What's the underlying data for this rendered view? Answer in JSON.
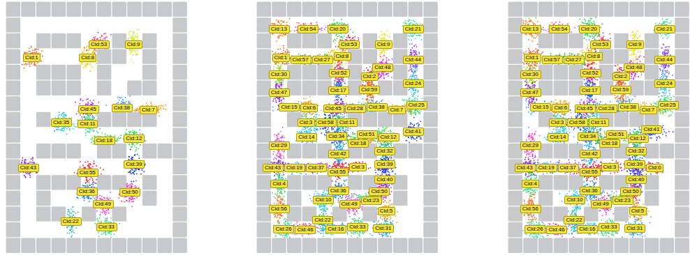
{
  "diagram": {
    "nodes": [
      {
        "text": [
          "Cid:53"
        ]
      },
      {
        "text": [
          "Cid:9"
        ]
      },
      {
        "text": [
          "Cid:1"
        ]
      },
      {
        "text": [
          "Cid:8"
        ]
      },
      {
        "text": [
          "Cid:38"
        ]
      },
      {
        "text": [
          "Cid:45"
        ]
      },
      {
        "text": [
          "Cid:7"
        ]
      },
      {
        "text": [
          "Cid:35"
        ]
      },
      {
        "text": [
          "Cid:11"
        ]
      },
      {
        "text": [
          "Cid:12"
        ]
      },
      {
        "text": [
          "Cid:18"
        ]
      },
      {
        "text": [
          "Cid:39"
        ]
      },
      {
        "text": [
          "Cid:43"
        ]
      },
      {
        "text": [
          "Cid:55"
        ]
      },
      {
        "text": [
          "Cid:36"
        ]
      },
      {
        "text": [
          "Cid:50"
        ]
      },
      {
        "text": [
          "Cid:49"
        ]
      },
      {
        "text": [
          "Cid:22"
        ]
      },
      {
        "text": [
          "Cid:33"
        ]
      },
      {
        "text": [
          "Cid:13"
        ]
      },
      {
        "text": [
          "Cid:54"
        ]
      },
      {
        "text": [
          "Cid:20"
        ]
      },
      {
        "text": [
          "Cid:21"
        ]
      },
      {
        "text": [
          "Cid:53"
        ]
      },
      {
        "text": [
          "Cid:9"
        ]
      },
      {
        "text": [
          "Cid:1"
        ]
      },
      {
        "text": [
          "Cid:57"
        ]
      },
      {
        "text": [
          "Cid:27"
        ]
      },
      {
        "text": [
          "Cid:8"
        ]
      },
      {
        "text": [
          "Cid:44"
        ]
      },
      {
        "text": [
          "Cid:30"
        ]
      },
      {
        "text": [
          "Cid:52"
        ]
      },
      {
        "text": [
          "Cid:2"
        ]
      },
      {
        "text": [
          "Cid:48"
        ]
      },
      {
        "text": [
          "Cid:24"
        ]
      },
      {
        "text": [
          "Cid:47"
        ]
      },
      {
        "text": [
          "Cid:17"
        ]
      },
      {
        "text": [
          "Cid:59"
        ]
      },
      {
        "text": [
          "Cid:15"
        ]
      },
      {
        "text": [
          "Cid:6"
        ]
      },
      {
        "text": [
          "Cid:45"
        ]
      },
      {
        "text": [
          "Cid:28"
        ]
      },
      {
        "text": [
          "Cid:38"
        ]
      },
      {
        "text": [
          "Cid:7"
        ]
      },
      {
        "text": [
          "Cid:25"
        ]
      },
      {
        "text": [
          "Cid:3"
        ]
      },
      {
        "text": [
          "Cid:58"
        ]
      },
      {
        "text": [
          "Cid:11"
        ]
      },
      {
        "text": [
          "Cid:41"
        ]
      },
      {
        "text": [
          "Cid:14"
        ]
      },
      {
        "text": [
          "Cid:34"
        ]
      },
      {
        "text": [
          "Cid:18"
        ]
      },
      {
        "text": [
          "Cid:51"
        ]
      },
      {
        "text": [
          "Cid:12"
        ]
      },
      {
        "text": [
          "Cid:29"
        ]
      },
      {
        "text": [
          "Cid:32"
        ]
      },
      {
        "text": [
          "Cid:42"
        ]
      },
      {
        "text": [
          "Cid:43"
        ]
      },
      {
        "text": [
          "Cid:19"
        ]
      },
      {
        "text": [
          "Cid:37"
        ]
      },
      {
        "text": [
          "Cid:55"
        ]
      },
      {
        "text": [
          "Cid:3"
        ]
      },
      {
        "text": [
          "Cid:39"
        ]
      },
      {
        "text": [
          "Cid:4"
        ]
      },
      {
        "text": [
          "Cid:40"
        ]
      },
      {
        "text": [
          "Cid:36"
        ]
      },
      {
        "text": [
          "Cid:50"
        ]
      },
      {
        "text": [
          "Cid:10"
        ]
      },
      {
        "text": [
          "Cid:23"
        ]
      },
      {
        "text": [
          "Cid:49"
        ]
      },
      {
        "text": [
          "Cid:56"
        ]
      },
      {
        "text": [
          "Cid:5"
        ]
      },
      {
        "text": [
          "Cid:22"
        ]
      },
      {
        "text": [
          "Cid:26"
        ]
      },
      {
        "text": [
          "Cid:46"
        ]
      },
      {
        "text": [
          "Cid:16"
        ]
      },
      {
        "text": [
          "Cid:33"
        ]
      },
      {
        "text": [
          "Cid:31"
        ]
      },
      {
        "text": [
          "Cid:13"
        ]
      },
      {
        "text": [
          "Cid:54"
        ]
      },
      {
        "text": [
          "Cid:20"
        ]
      },
      {
        "text": [
          "Cid:21"
        ]
      },
      {
        "text": [
          "Cid:53"
        ]
      },
      {
        "text": [
          "Cid:9"
        ]
      },
      {
        "text": [
          "Cid:1"
        ]
      },
      {
        "text": [
          "Cid:57"
        ]
      },
      {
        "text": [
          "Cid:27"
        ]
      },
      {
        "text": [
          "Cid:8"
        ]
      },
      {
        "text": [
          "Cid:44"
        ]
      },
      {
        "text": [
          "Cid:30"
        ]
      },
      {
        "text": [
          "Cid:52"
        ]
      },
      {
        "text": [
          "Cid:2"
        ]
      },
      {
        "text": [
          "Cid:48"
        ]
      },
      {
        "text": [
          "Cid:24"
        ]
      },
      {
        "text": [
          "Cid:47"
        ]
      },
      {
        "text": [
          "Cid:17"
        ]
      },
      {
        "text": [
          "Cid:59"
        ]
      },
      {
        "text": [
          "Cid:15"
        ]
      },
      {
        "text": [
          "Cid:6"
        ]
      },
      {
        "text": [
          "Cid:45"
        ]
      },
      {
        "text": [
          "Cid:28"
        ]
      },
      {
        "text": [
          "Cid:38"
        ]
      },
      {
        "text": [
          "Cid:7"
        ]
      },
      {
        "text": [
          "Cid:25"
        ]
      },
      {
        "text": [
          "Cid:3"
        ]
      },
      {
        "text": [
          "Cid:58"
        ]
      },
      {
        "text": [
          "Cid:11"
        ]
      },
      {
        "text": [
          "Cid:41"
        ]
      },
      {
        "text": [
          "Cid:14"
        ]
      },
      {
        "text": [
          "Cid:34"
        ]
      },
      {
        "text": [
          "Cid:18"
        ]
      },
      {
        "text": [
          "Cid:51"
        ]
      },
      {
        "text": [
          "Cid:12"
        ]
      },
      {
        "text": [
          "Cid:29"
        ]
      },
      {
        "text": [
          "Cid:32"
        ]
      },
      {
        "text": [
          "Cid:42"
        ]
      },
      {
        "text": [
          "Cid:43"
        ]
      },
      {
        "text": [
          "Cid:19"
        ]
      },
      {
        "text": [
          "Cid:37"
        ]
      },
      {
        "text": [
          "Cid:55"
        ]
      },
      {
        "text": [
          "Cid:3"
        ]
      },
      {
        "text": [
          "Cid:39"
        ]
      },
      {
        "text": [
          "Cid:0"
        ]
      },
      {
        "text": [
          "Cid:4"
        ]
      },
      {
        "text": [
          "Cid:40"
        ]
      },
      {
        "text": [
          "Cid:36"
        ]
      },
      {
        "text": [
          "Cid:50"
        ]
      },
      {
        "text": [
          "Cid:10"
        ]
      },
      {
        "text": [
          "Cid:23"
        ]
      },
      {
        "text": [
          "Cid:49"
        ]
      },
      {
        "text": [
          "Cid:56"
        ]
      },
      {
        "text": [
          "Cid:5"
        ]
      },
      {
        "text": [
          "Cid:22"
        ]
      },
      {
        "text": [
          "Cid:26"
        ]
      },
      {
        "text": [
          "Cid:46"
        ]
      },
      {
        "text": [
          "Cid:16"
        ]
      },
      {
        "text": [
          "Cid:33"
        ]
      },
      {
        "text": [
          "Cid:31"
        ]
      }
    ]
  }
}
